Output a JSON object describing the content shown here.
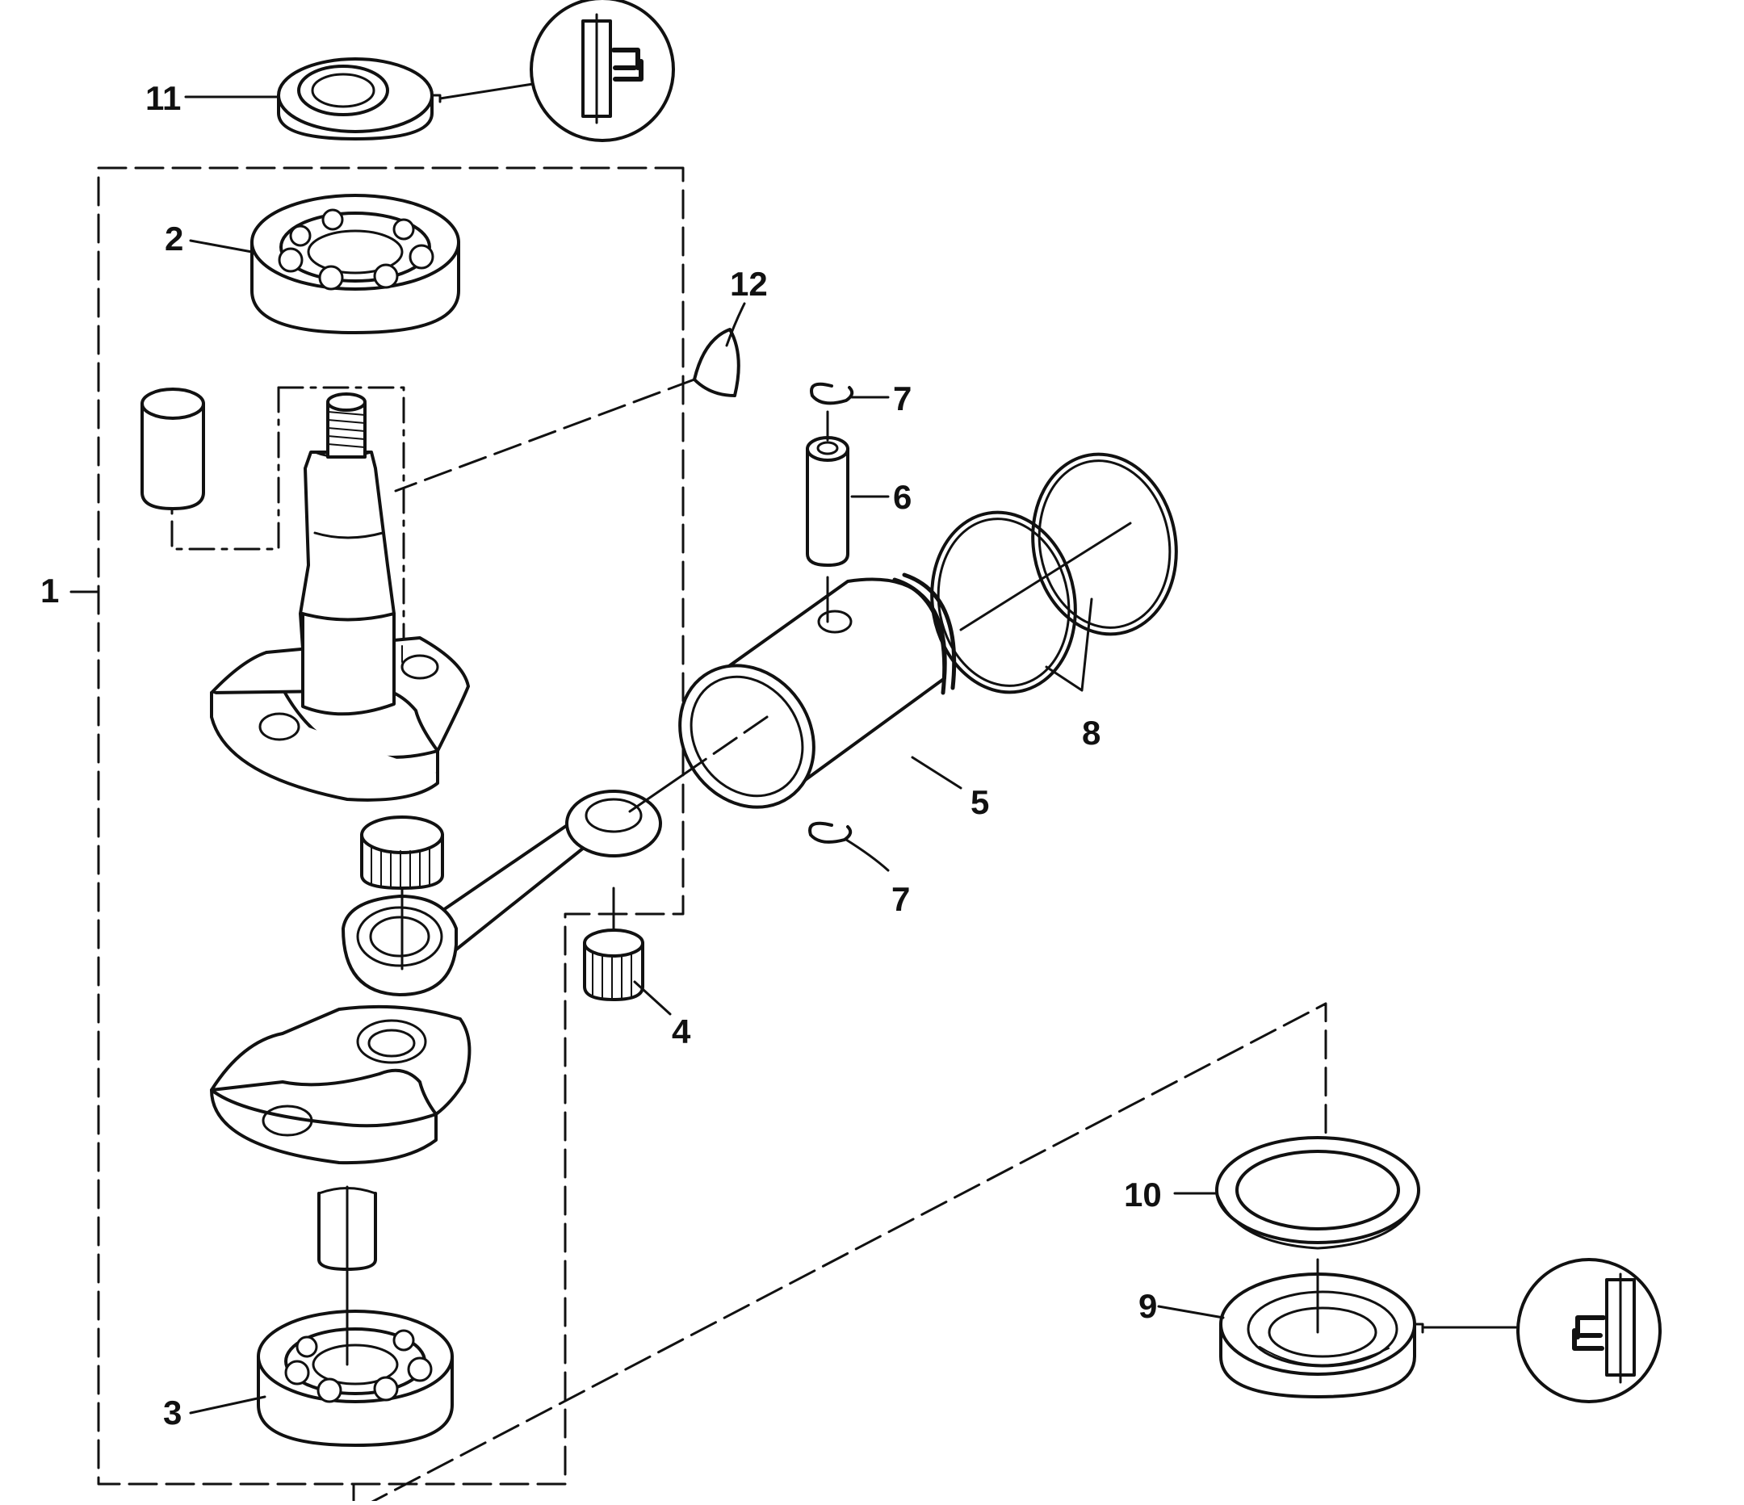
{
  "diagram": {
    "callouts": [
      {
        "id": "callout-1",
        "text": "1"
      },
      {
        "id": "callout-2",
        "text": "2"
      },
      {
        "id": "callout-3",
        "text": "3"
      },
      {
        "id": "callout-4",
        "text": "4"
      },
      {
        "id": "callout-5",
        "text": "5"
      },
      {
        "id": "callout-6",
        "text": "6"
      },
      {
        "id": "callout-7-top",
        "text": "7"
      },
      {
        "id": "callout-7-bottom",
        "text": "7"
      },
      {
        "id": "callout-8",
        "text": "8"
      },
      {
        "id": "callout-9",
        "text": "9"
      },
      {
        "id": "callout-10",
        "text": "10"
      },
      {
        "id": "callout-11",
        "text": "11"
      },
      {
        "id": "callout-12",
        "text": "12"
      }
    ],
    "line_color": "#111111",
    "background": "#ffffff"
  }
}
